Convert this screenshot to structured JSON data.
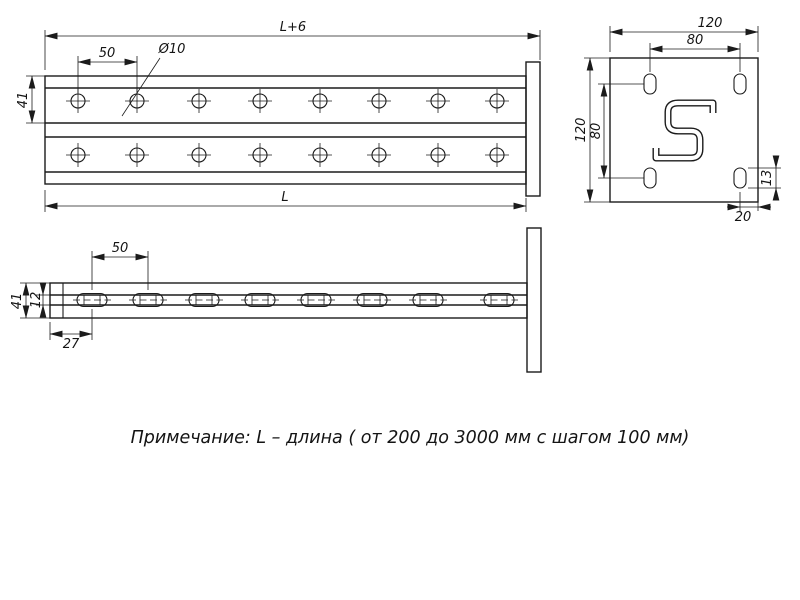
{
  "note": {
    "text": "Примечание: L – длина ( от 200 до 3000 мм с шагом 100 мм)"
  },
  "dims": {
    "side_double": {
      "overall_with_plates": "L+6",
      "hole_spacing": "50",
      "hole_diameter": "Ø10",
      "channel_height": "41",
      "length": "L"
    },
    "end_view": {
      "outer_width": "120",
      "hole_spacing_horizontal": "80",
      "outer_height": "120",
      "hole_spacing_vertical": "80",
      "hole_length": "13",
      "hole_edge_offset": "20"
    },
    "side_single": {
      "slot_spacing": "50",
      "channel_height": "41",
      "slot_width": "12",
      "first_slot_offset": "27"
    }
  }
}
